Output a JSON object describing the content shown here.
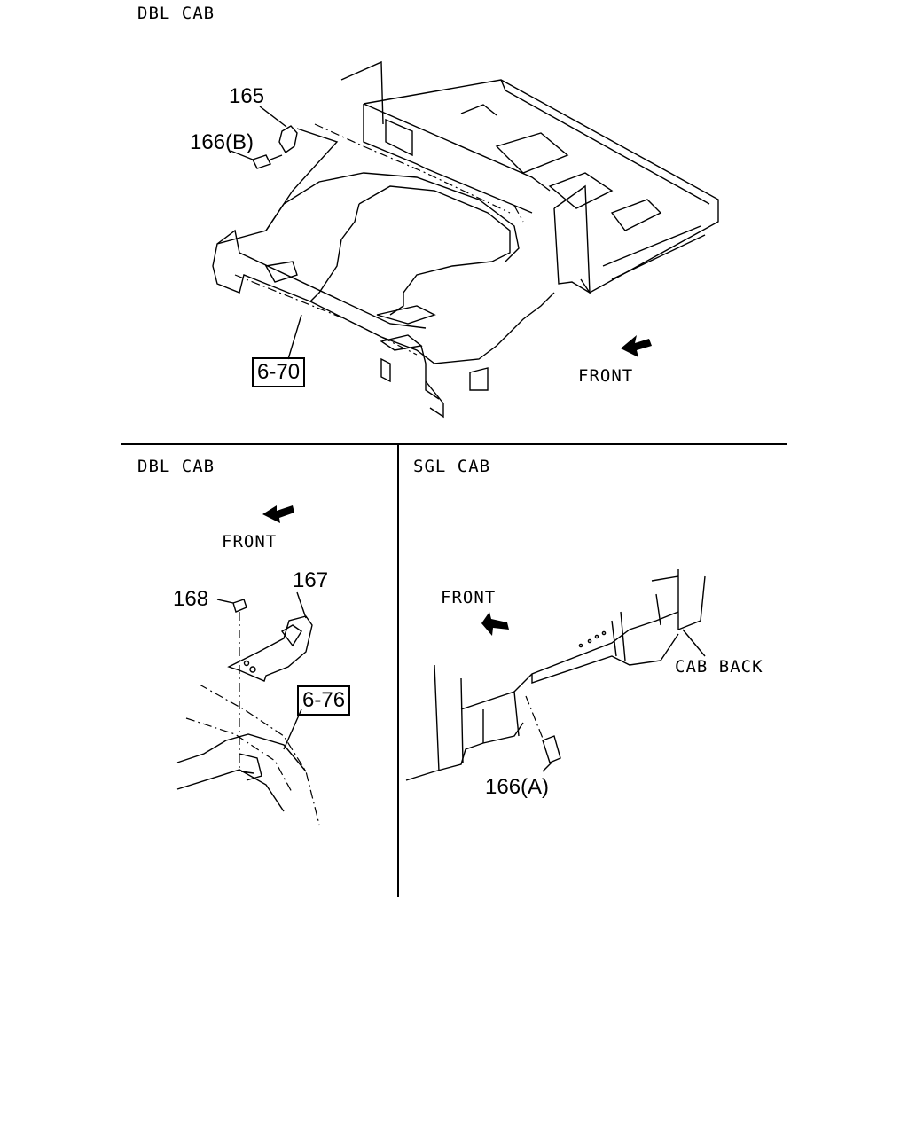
{
  "panels": {
    "top": {
      "title": "DBL CAB",
      "front_label": "FRONT",
      "parts": {
        "p165": "165",
        "p166b": "166(B)"
      },
      "ref_box": "6-70"
    },
    "bottom_left": {
      "title": "DBL CAB",
      "front_label": "FRONT",
      "parts": {
        "p168": "168",
        "p167": "167"
      },
      "ref_box": "6-76"
    },
    "bottom_right": {
      "title": "SGL CAB",
      "front_label": "FRONT",
      "cab_back_label": "CAB BACK",
      "parts": {
        "p166a": "166(A)"
      }
    }
  }
}
